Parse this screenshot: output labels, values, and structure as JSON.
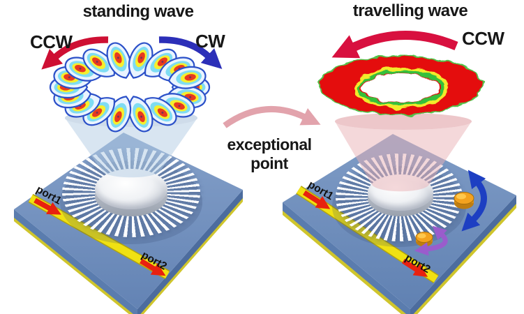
{
  "figure": {
    "left": {
      "title": "standing wave",
      "ccw_label": "CCW",
      "cw_label": "CW",
      "port1": "port1",
      "port2": "port2"
    },
    "right": {
      "title": "travelling wave",
      "ccw_label": "CCW",
      "port1": "port1",
      "port2": "port2"
    },
    "center": {
      "label": "exceptional point"
    },
    "colors": {
      "ccw_arrow_red": "#ce0f33",
      "cw_arrow_blue": "#2c2fb8",
      "travelling_ccw_red": "#d8103f",
      "exceptional_arrow_pink": "#e2a3ac",
      "chip_top_blue": "#7191c0",
      "chip_side_blue": "#5a7cae",
      "chip_underlayer_yellow": "#cfc52c",
      "waveguide_yellow": "#f0e112",
      "waveguide_arrow_red": "#e8210f",
      "mode_lobe_red": "#e8391e",
      "mode_lobe_yellow": "#f6ee2d",
      "mode_lobe_cyan": "#7edcf2",
      "mode_lobe_outline": "#2b50c8",
      "travelling_ring_red": "#e41111",
      "travelling_ring_green": "#35bf3b",
      "cone_left_blue": "#aec9e2",
      "cone_right_pink": "#e7acb0",
      "scatterer_gold": "#f3a21e",
      "perturb_arrow_blue": "#1d3fc2",
      "perturb_arrow_purple": "#9a5ccc"
    }
  }
}
